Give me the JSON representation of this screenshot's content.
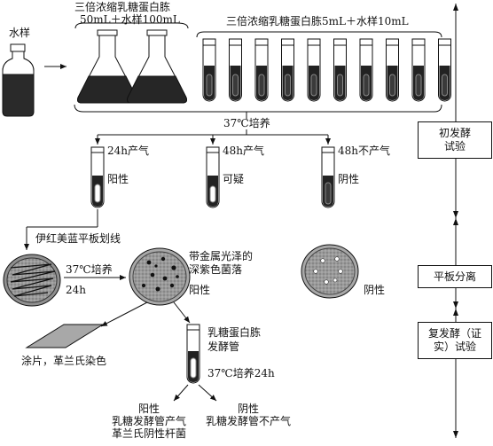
{
  "labels": {
    "water_sample": "水样",
    "flask_title_1": "三倍浓缩乳糖蛋白胨",
    "flask_title_2": "50mL＋水样100mL",
    "tubes_title": "三倍浓缩乳糖蛋白胨5mL＋水样10mL",
    "culture_37": "37℃培养",
    "gas_24h": "24h产气",
    "gas_48h": "48h产气",
    "no_gas_48h": "48h不产气",
    "positive": "阳性",
    "suspicious": "可疑",
    "negative": "阴性",
    "emb_streak": "伊红美蓝平板划线",
    "plate_culture_1": "37℃培养",
    "plate_culture_2": "24h",
    "metallic_1": "带金属光泽的",
    "metallic_2": "深紫色菌落",
    "plate_positive": "阳性",
    "plate_negative": "阴性",
    "smear": "涂片，革兰氏染色",
    "lactose_tube_1": "乳糖蛋白胨",
    "lactose_tube_2": "发酵管",
    "culture_24h": "37℃培养24h",
    "final_positive": "阳性",
    "final_positive_1": "乳糖发酵管产气",
    "final_positive_2": "革兰氏阴性杆菌",
    "final_negative": "阴性",
    "final_negative_1": "乳糖发酵管不产气"
  },
  "stages": {
    "stage_1_1": "初发酵",
    "stage_1_2": "试验",
    "stage_2": "平板分离",
    "stage_3_1": "复发酵（证",
    "stage_3_2": "实）试验"
  }
}
